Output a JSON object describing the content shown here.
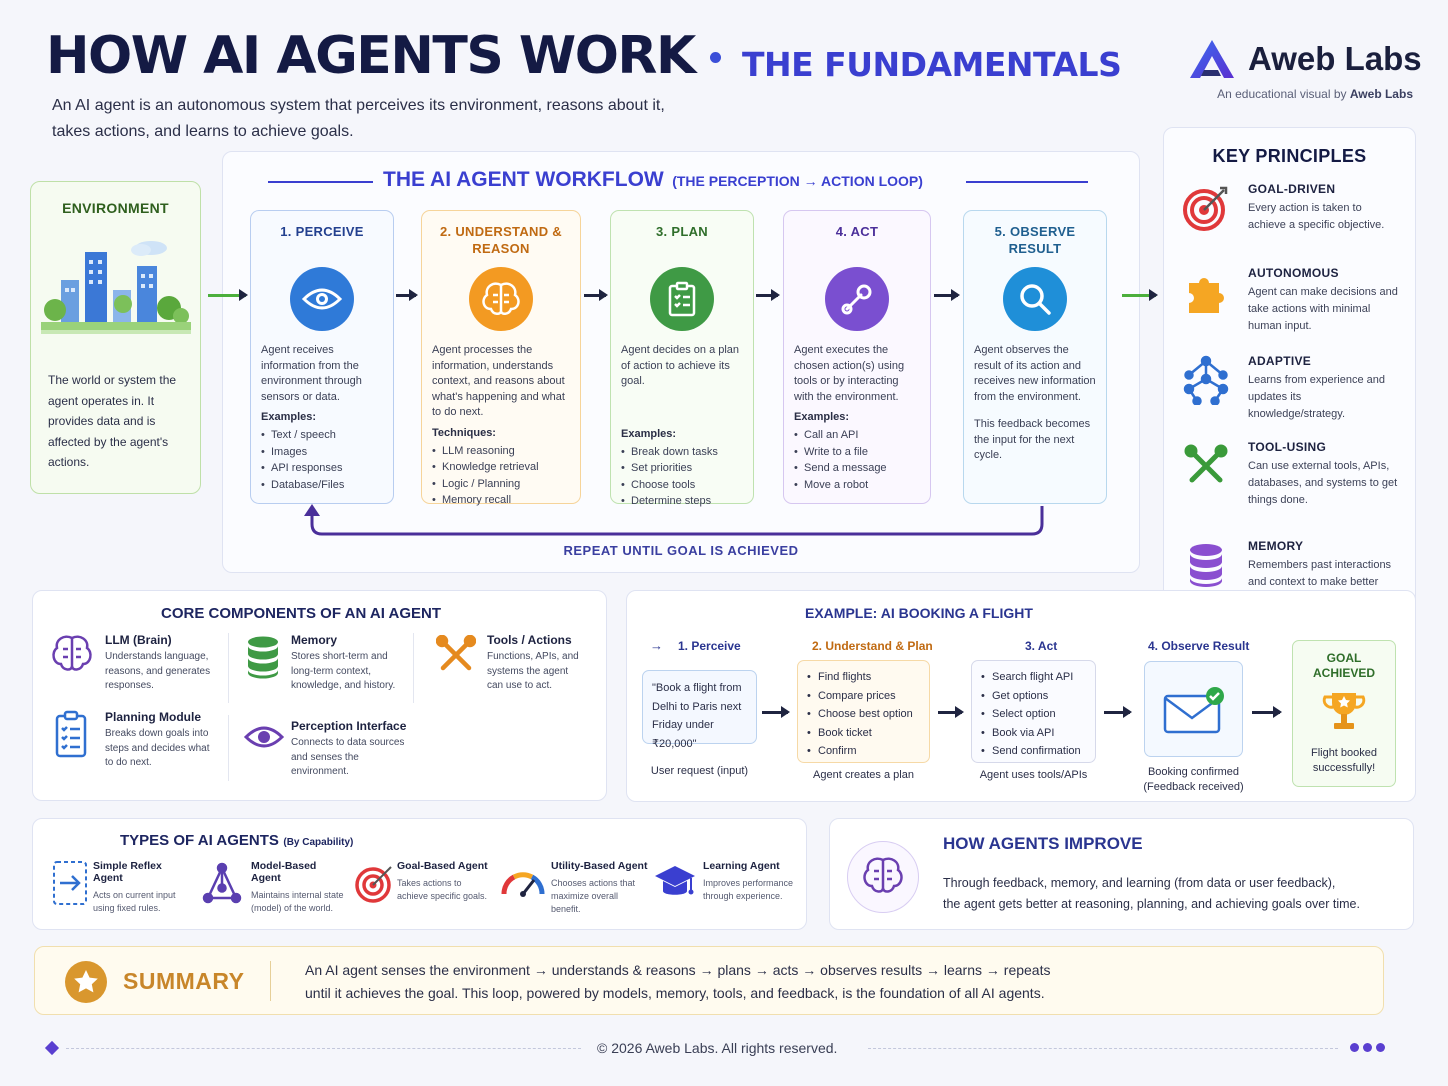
{
  "header": {
    "title": "HOW AI AGENTS WORK",
    "subtitle": "THE FUNDAMENTALS",
    "intro_line1": "An AI agent is an autonomous system that perceives its environment, reasons about it,",
    "intro_line2": "takes actions, and learns to achieve goals.",
    "brand": "Aweb Labs",
    "brand_tagline": "An educational visual by",
    "brand_tagline_name": "Aweb Labs"
  },
  "environment": {
    "title": "ENVIRONMENT",
    "text": "The world or system the agent operates in. It provides data and is affected by the agent's actions."
  },
  "workflow": {
    "title": "THE AI AGENT WORKFLOW",
    "title_suffix": "(THE PERCEPTION → ACTION LOOP)",
    "repeat_label": "REPEAT UNTIL GOAL IS ACHIEVED",
    "steps": [
      {
        "title": "1. PERCEIVE",
        "desc": "Agent receives information from the environment through sensors or data.",
        "list_title": "Examples:",
        "items": [
          "Text / speech",
          "Images",
          "API responses",
          "Database/Files"
        ],
        "note": ""
      },
      {
        "title": "2. UNDERSTAND & REASON",
        "desc": "Agent processes the information, understands context, and reasons about what's happening and what to do next.",
        "list_title": "Techniques:",
        "items": [
          "LLM reasoning",
          "Knowledge retrieval",
          "Logic / Planning",
          "Memory recall"
        ],
        "note": ""
      },
      {
        "title": "3. PLAN",
        "desc": "Agent decides on a plan of action to achieve its goal.",
        "list_title": "Examples:",
        "items": [
          "Break down tasks",
          "Set priorities",
          "Choose tools",
          "Determine steps"
        ],
        "note": ""
      },
      {
        "title": "4. ACT",
        "desc": "Agent executes the chosen action(s) using tools or by interacting with the environment.",
        "list_title": "Examples:",
        "items": [
          "Call an API",
          "Write to a file",
          "Send a message",
          "Move a robot"
        ],
        "note": ""
      },
      {
        "title": "5. OBSERVE RESULT",
        "desc": "Agent observes the result of its action and receives new information from the environment.",
        "list_title": "",
        "items": [],
        "note": "This feedback becomes the input for the next cycle."
      }
    ]
  },
  "key_principles": {
    "title": "KEY PRINCIPLES",
    "items": [
      {
        "icon": "target-icon",
        "title": "GOAL-DRIVEN",
        "text": "Every action is taken to achieve a specific objective."
      },
      {
        "icon": "puzzle-icon",
        "title": "AUTONOMOUS",
        "text": "Agent can make decisions and take actions with minimal human input."
      },
      {
        "icon": "network-icon",
        "title": "ADAPTIVE",
        "text": "Learns from experience and updates its knowledge/strategy."
      },
      {
        "icon": "tools-icon",
        "title": "TOOL-USING",
        "text": "Can use external tools, APIs, databases, and systems to get things done."
      },
      {
        "icon": "database-icon",
        "title": "MEMORY",
        "text": "Remembers past interactions and context to make better decisions."
      }
    ]
  },
  "core_components": {
    "title": "CORE COMPONENTS OF AN AI AGENT",
    "items": [
      {
        "icon": "brain-icon",
        "title": "LLM (Brain)",
        "text": "Understands language, reasons, and generates responses."
      },
      {
        "icon": "database-icon",
        "title": "Memory",
        "text": "Stores short-term and long-term context, knowledge, and history."
      },
      {
        "icon": "tools-icon",
        "title": "Tools / Actions",
        "text": "Functions, APIs, and systems the agent can use to act."
      },
      {
        "icon": "clipboard-icon",
        "title": "Planning Module",
        "text": "Breaks down goals into steps and decides what to do next."
      },
      {
        "icon": "eye-icon",
        "title": "Perception Interface",
        "text": "Connects to data sources and senses the environment."
      }
    ]
  },
  "example": {
    "title_prefix": "EXAMPLE:",
    "title": "AI BOOKING A FLIGHT",
    "steps": [
      {
        "label": "1. Perceive",
        "content": "\"Book a flight from Delhi to Paris next Friday under ₹20,000\"",
        "caption": "User request (input)"
      },
      {
        "label": "2. Understand & Plan",
        "items": [
          "Find flights",
          "Compare prices",
          "Choose best option",
          "Book ticket",
          "Confirm"
        ],
        "caption": "Agent creates a plan"
      },
      {
        "label": "3. Act",
        "items": [
          "Search flight API",
          "Get options",
          "Select option",
          "Book via API",
          "Send confirmation"
        ],
        "caption": "Agent uses tools/APIs"
      },
      {
        "label": "4. Observe Result",
        "caption_line1": "Booking confirmed",
        "caption_line2": "(Feedback received)"
      }
    ],
    "goal_title": "GOAL ACHIEVED",
    "goal_caption": "Flight booked successfully!"
  },
  "types": {
    "title": "TYPES OF AI AGENTS",
    "title_suffix": "(By Capability)",
    "items": [
      {
        "icon": "arrow-box-icon",
        "title": "Simple Reflex Agent",
        "text": "Acts on current input using fixed rules."
      },
      {
        "icon": "network-icon",
        "title": "Model-Based Agent",
        "text": "Maintains internal state (model) of the world."
      },
      {
        "icon": "target-icon",
        "title": "Goal-Based Agent",
        "text": "Takes actions to achieve specific goals."
      },
      {
        "icon": "gauge-icon",
        "title": "Utility-Based Agent",
        "text": "Chooses actions that maximize overall benefit."
      },
      {
        "icon": "graduation-cap-icon",
        "title": "Learning Agent",
        "text": "Improves performance through experience."
      }
    ]
  },
  "improve": {
    "title": "HOW AGENTS IMPROVE",
    "line1": "Through feedback, memory, and learning (from data or user feedback),",
    "line2": "the agent gets better at reasoning, planning, and achieving goals over time."
  },
  "summary": {
    "title": "SUMMARY",
    "line1": "An AI agent senses the environment → understands & reasons → plans → acts → observes results → learns → repeats",
    "line2": "until it achieves the goal. This loop, powered by models, memory, tools, and feedback, is the foundation of all AI agents."
  },
  "footer": {
    "copyright": "© 2026 Aweb Labs. All rights reserved."
  },
  "colors": {
    "accent": "#3a3fd0",
    "navy": "#141a44",
    "loop": "#4a2f9a",
    "summary_gold": "#c8862a"
  }
}
